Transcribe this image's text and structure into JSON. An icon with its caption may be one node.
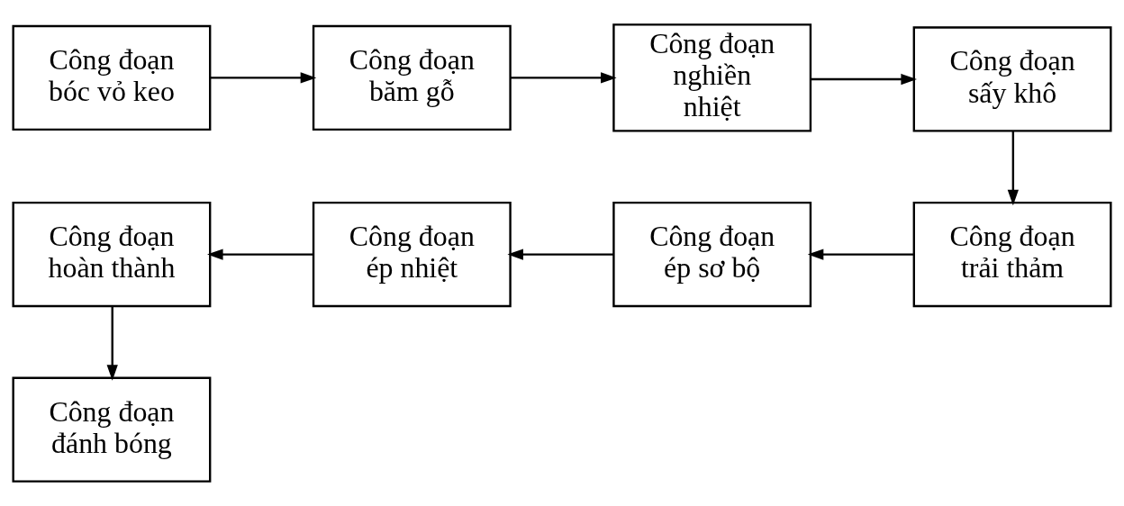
{
  "diagram": {
    "nodes": [
      {
        "text": [
          "Công đoạn bóc vỏ keo"
        ]
      },
      {
        "text": [
          "Công đoạn băm gỗ"
        ]
      },
      {
        "text": [
          "Công đoạn nghiền nhiệt"
        ]
      },
      {
        "text": [
          "Công đoạn sấy khô"
        ]
      },
      {
        "text": [
          "Công đoạn trải thảm"
        ]
      },
      {
        "text": [
          "Công đoạn ép sơ bộ"
        ]
      },
      {
        "text": [
          "Công đoạn ép nhiệt"
        ]
      },
      {
        "text": [
          "Công đoạn hoàn thành"
        ]
      },
      {
        "text": [
          "Công đoạn đánh bóng"
        ]
      }
    ],
    "edges": [
      {
        "from": 0,
        "to": 1,
        "arrow": "to"
      },
      {
        "from": 1,
        "to": 2,
        "arrow": "to"
      },
      {
        "from": 2,
        "to": 3,
        "arrow": "to"
      },
      {
        "from": 3,
        "to": 4,
        "arrow": "to"
      },
      {
        "from": 4,
        "to": 5,
        "arrow": "to"
      },
      {
        "from": 5,
        "to": 6,
        "arrow": "to"
      },
      {
        "from": 6,
        "to": 7,
        "arrow": "to"
      },
      {
        "from": 7,
        "to": 8,
        "arrow": "to"
      }
    ]
  }
}
